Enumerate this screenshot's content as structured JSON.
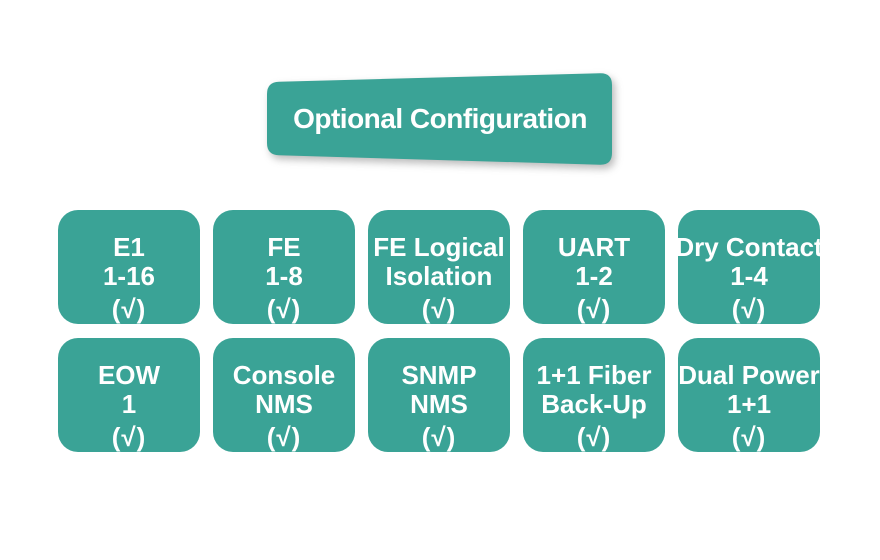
{
  "title": "Optional Configuration",
  "colors": {
    "teal": "#3AA396",
    "text_on_teal": "#FFFFFF",
    "background": "#FFFFFF"
  },
  "cards": [
    {
      "id": "e1",
      "lines": [
        "E1",
        "1-16",
        "(√)"
      ]
    },
    {
      "id": "fe",
      "lines": [
        "FE",
        "1-8",
        "(√)"
      ]
    },
    {
      "id": "fe-logical-isolation",
      "lines": [
        "FE Logical",
        "Isolation",
        "(√)"
      ]
    },
    {
      "id": "uart",
      "lines": [
        "UART",
        "1-2",
        "(√)"
      ]
    },
    {
      "id": "dry-contact",
      "lines": [
        "Dry Contact",
        "1-4",
        "(√)"
      ]
    },
    {
      "id": "eow",
      "lines": [
        "EOW",
        "1",
        "(√)"
      ]
    },
    {
      "id": "console-nms",
      "lines": [
        "Console",
        "NMS",
        "(√)"
      ]
    },
    {
      "id": "snmp-nms",
      "lines": [
        "SNMP",
        "NMS",
        "(√)"
      ]
    },
    {
      "id": "fiber-back-up",
      "lines": [
        "1+1 Fiber",
        "Back-Up",
        "(√)"
      ]
    },
    {
      "id": "dual-power",
      "lines": [
        "Dual Power",
        "1+1",
        "(√)"
      ]
    }
  ]
}
